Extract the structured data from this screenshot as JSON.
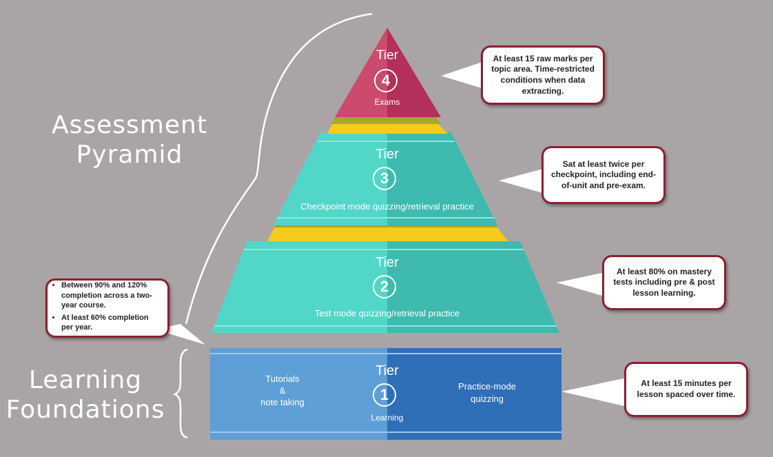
{
  "labels": {
    "assessment_pyramid_line1": "Assessment",
    "assessment_pyramid_line2": "Pyramid",
    "learning_foundations_line1": "Learning",
    "learning_foundations_line2": "Foundations"
  },
  "tiers": {
    "tier4": {
      "heading": "Tier",
      "number": "4",
      "name": "Exams"
    },
    "tier3": {
      "heading": "Tier",
      "number": "3",
      "name": "Checkpoint mode quizzing/retrieval practice"
    },
    "tier2": {
      "heading": "Tier",
      "number": "2",
      "name": "Test mode quizzing/retrieval practice"
    },
    "tier1": {
      "heading": "Tier",
      "number": "1",
      "name": "Learning",
      "left_line1": "Tutorials",
      "left_line2": "&",
      "left_line3": "note taking",
      "right_line1": "Practice-mode",
      "right_line2": "quizzing"
    }
  },
  "callouts": {
    "tier4": "At least 15 raw marks per topic area. Time-restricted conditions when data extracting.",
    "tier3": "Sat at least twice per checkpoint, including end-of-unit and pre-exam.",
    "tier2": "At least 80% on mastery tests including pre & post lesson learning.",
    "tier1": "At least 15 minutes per lesson spaced over time.",
    "completion_items": [
      "Between 90% and 120% completion across a two-year course.",
      "At least 60% completion per year."
    ]
  },
  "colors": {
    "background": "#a9a5a6",
    "tier4_left": "#cc4a6c",
    "tier4_right": "#b2305a",
    "tier3_left": "#52d6c8",
    "tier3_right": "#3ebaae",
    "tier1_left": "#5d9fd6",
    "tier1_right": "#2e6fb8",
    "connector_yellow": "#f5cc1a",
    "connector_olive": "#a6a42a",
    "callout_border": "#8c1e2f"
  }
}
